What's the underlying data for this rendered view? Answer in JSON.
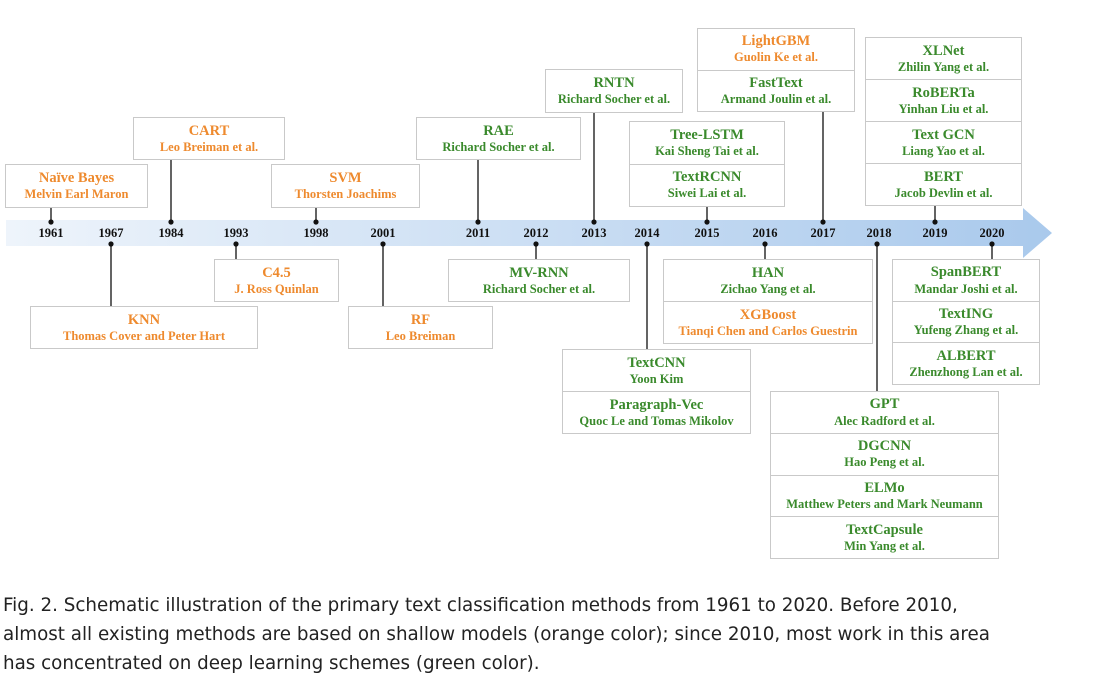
{
  "colors": {
    "shallow": "#ee8a2e",
    "deep": "#3a8a2c",
    "arrow_start": "#eef4fb",
    "arrow_end": "#a9c9ec"
  },
  "years": [
    "1961",
    "1967",
    "1984",
    "1993",
    "1998",
    "2001",
    "2011",
    "2012",
    "2013",
    "2014",
    "2015",
    "2016",
    "2017",
    "2018",
    "2019",
    "2020"
  ],
  "above": {
    "naive_bayes": {
      "name": "Naïve Bayes",
      "author": "Melvin Earl Maron"
    },
    "cart": {
      "name": "CART",
      "author": "Leo Breiman et al."
    },
    "svm": {
      "name": "SVM",
      "author": "Thorsten Joachims"
    },
    "rae": {
      "name": "RAE",
      "author": "Richard Socher et al."
    },
    "rntn": {
      "name": "RNTN",
      "author": "Richard Socher et al."
    },
    "tree_lstm": {
      "name": "Tree-LSTM",
      "author": "Kai Sheng Tai et al."
    },
    "textrcnn": {
      "name": "TextRCNN",
      "author": "Siwei Lai et al."
    },
    "lightgbm": {
      "name": "LightGBM",
      "author": "Guolin Ke et al."
    },
    "fasttext": {
      "name": "FastText",
      "author": "Armand Joulin et al."
    },
    "xlnet": {
      "name": "XLNet",
      "author": "Zhilin Yang et al."
    },
    "roberta": {
      "name": "RoBERTa",
      "author": "Yinhan Liu et al."
    },
    "text_gcn": {
      "name": "Text GCN",
      "author": "Liang Yao et al."
    },
    "bert": {
      "name": "BERT",
      "author": "Jacob Devlin et al."
    }
  },
  "below": {
    "knn": {
      "name": "KNN",
      "author": "Thomas Cover and Peter Hart"
    },
    "c45": {
      "name": "C4.5",
      "author": "J. Ross Quinlan"
    },
    "rf": {
      "name": "RF",
      "author": "Leo Breiman"
    },
    "mv_rnn": {
      "name": "MV-RNN",
      "author": "Richard Socher et al."
    },
    "textcnn": {
      "name": "TextCNN",
      "author": "Yoon Kim"
    },
    "paragraph_vec": {
      "name": "Paragraph-Vec",
      "author": "Quoc Le and Tomas Mikolov"
    },
    "han": {
      "name": "HAN",
      "author": "Zichao Yang et al."
    },
    "xgboost": {
      "name": "XGBoost",
      "author": "Tianqi Chen and Carlos Guestrin"
    },
    "gpt": {
      "name": "GPT",
      "author": "Alec Radford et al."
    },
    "dgcnn": {
      "name": "DGCNN",
      "author": "Hao Peng et al."
    },
    "elmo": {
      "name": "ELMo",
      "author": "Matthew Peters and Mark Neumann"
    },
    "textcapsule": {
      "name": "TextCapsule",
      "author": "Min Yang et al."
    },
    "spanbert": {
      "name": "SpanBERT",
      "author": "Mandar Joshi et al."
    },
    "texting": {
      "name": "TextING",
      "author": "Yufeng Zhang et al."
    },
    "albert": {
      "name": "ALBERT",
      "author": "Zhenzhong Lan et al."
    }
  },
  "caption": {
    "line1": "Fig. 2.  Schematic illustration of the primary text classification methods from 1961 to 2020. Before 2010,",
    "line2": "almost all existing methods are based on shallow models (orange color); since 2010, most work in this area",
    "line3": "has concentrated on deep learning schemes (green color)."
  }
}
